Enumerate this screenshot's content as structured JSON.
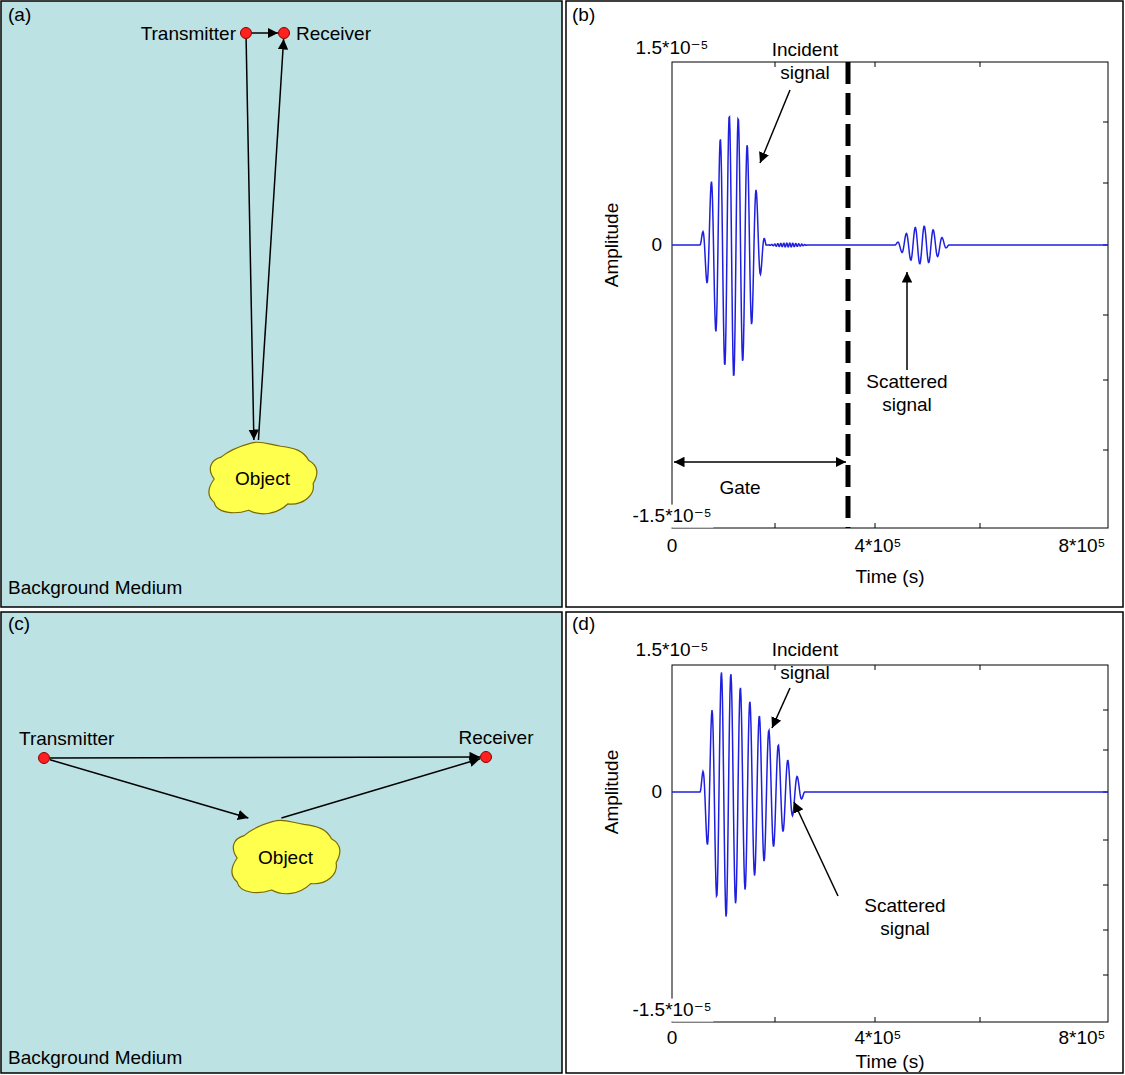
{
  "diagram": {
    "nodes": [
      {
        "text": [
          "Transmitter"
        ]
      },
      {
        "text": [
          "Receiver"
        ]
      },
      {
        "text": [
          "Object"
        ]
      },
      {
        "text": [
          "Transmitter"
        ]
      },
      {
        "text": [
          "Receiver"
        ]
      },
      {
        "text": [
          "Object"
        ]
      }
    ],
    "edges": [
      {
        "from": 0,
        "to": 1,
        "arrow": "to"
      },
      {
        "from": 0,
        "to": 2,
        "arrow": "to"
      },
      {
        "from": 2,
        "to": 1,
        "arrow": "to"
      },
      {
        "from": 3,
        "to": 4,
        "arrow": "to"
      },
      {
        "from": 3,
        "to": 5,
        "arrow": "to"
      },
      {
        "from": 5,
        "to": 4,
        "arrow": "to"
      }
    ],
    "labels": [
      "(a)",
      "Background Medium",
      "(b)",
      "1.5*10⁻⁵",
      "0",
      "-1.5*10⁻⁵",
      "Amplitude",
      "Incident signal",
      "Scattered signal",
      "Gate",
      "0",
      "4*10⁵",
      "8*10⁵",
      "Time (s)",
      "(c)",
      "Background Medium",
      "(d)",
      "1.5*10⁻⁵",
      "0",
      "-1.5*10⁻⁵",
      "Amplitude",
      "Incident signal",
      "Scattered signal",
      "0",
      "4*10⁵",
      "8*10⁵",
      "Time (s)"
    ]
  }
}
